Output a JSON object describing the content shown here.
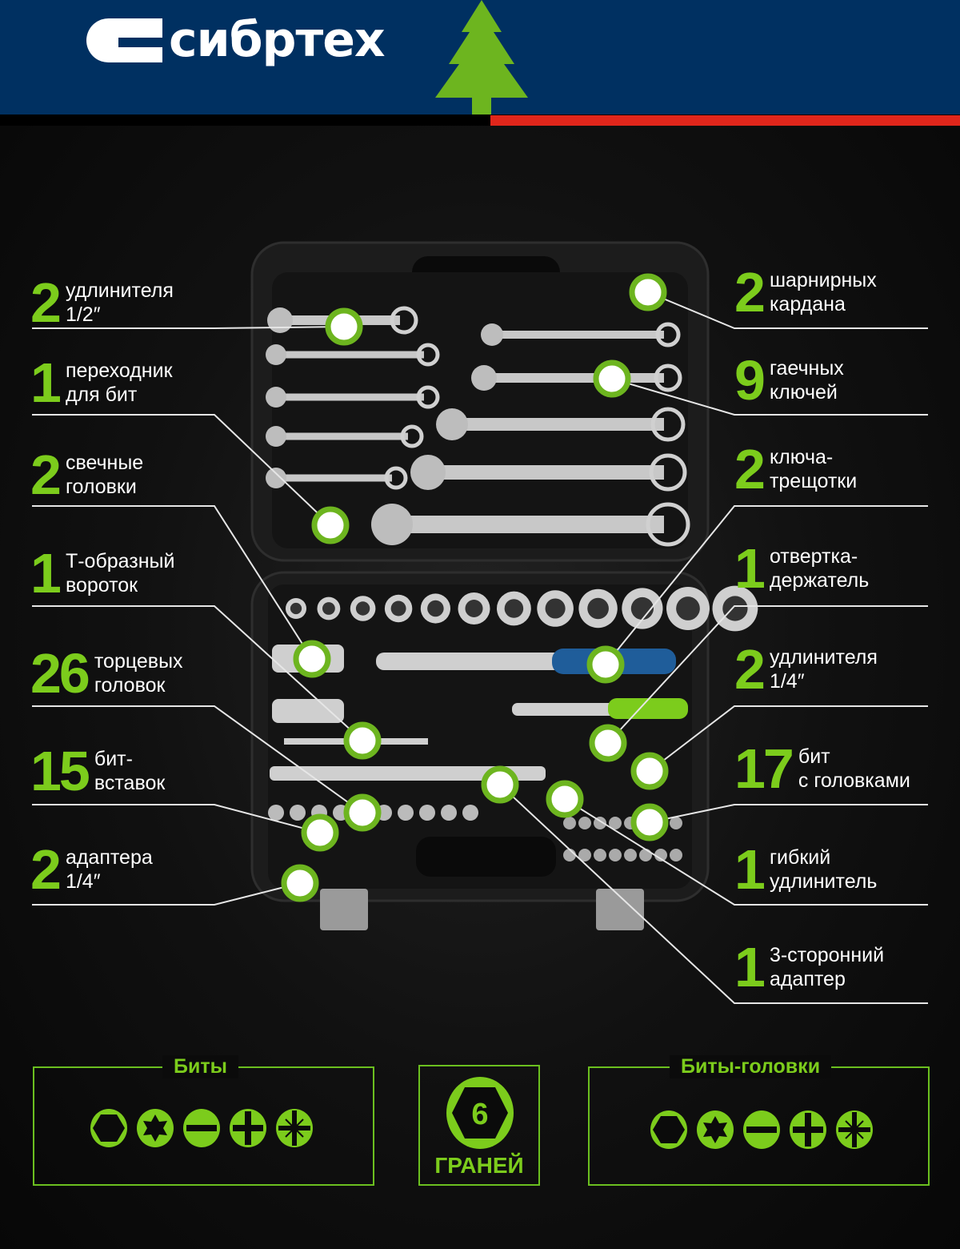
{
  "brand": {
    "name": "сибртех",
    "colors": {
      "header": "#003061",
      "accent": "#7ccc1c",
      "red": "#e0261b"
    }
  },
  "left_labels": [
    {
      "count": "2",
      "line1": "удлинителя",
      "line2": "1/2″"
    },
    {
      "count": "1",
      "line1": "переходник",
      "line2": "для бит"
    },
    {
      "count": "2",
      "line1": "свечные",
      "line2": "головки"
    },
    {
      "count": "1",
      "line1": "Т-образный",
      "line2": "вороток"
    },
    {
      "count": "26",
      "line1": "торцевых",
      "line2": "головок"
    },
    {
      "count": "15",
      "line1": "бит-",
      "line2": "вставок"
    },
    {
      "count": "2",
      "line1": "адаптера",
      "line2": "1/4″"
    }
  ],
  "right_labels": [
    {
      "count": "2",
      "line1": "шарнирных",
      "line2": "кардана"
    },
    {
      "count": "9",
      "line1": "гаечных",
      "line2": "ключей"
    },
    {
      "count": "2",
      "line1": "ключа-",
      "line2": "трещотки"
    },
    {
      "count": "1",
      "line1": "отвертка-",
      "line2": "держатель"
    },
    {
      "count": "2",
      "line1": "удлинителя",
      "line2": "1/4″"
    },
    {
      "count": "17",
      "line1": "бит",
      "line2": "с головками"
    },
    {
      "count": "1",
      "line1": "гибкий",
      "line2": "удлинитель"
    },
    {
      "count": "1",
      "line1": "3-сторонний",
      "line2": "адаптер"
    }
  ],
  "bottom": {
    "bits_title": "Биты",
    "bit_heads_title": "Биты-головки",
    "edges_number": "6",
    "edges_label": "ГРАНЕЙ",
    "bit_icons": [
      "hex-icon",
      "torx-icon",
      "slot-icon",
      "phillips-icon",
      "pozidriv-icon"
    ]
  }
}
